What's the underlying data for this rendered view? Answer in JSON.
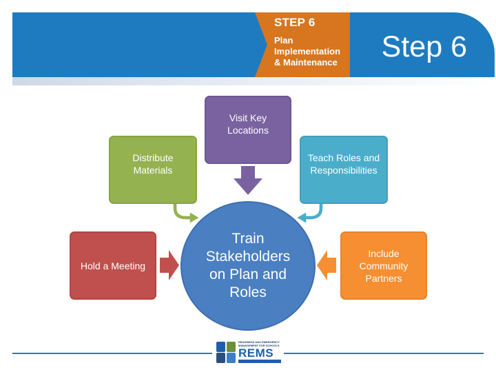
{
  "header": {
    "step_label": "STEP 6",
    "step_title": "Plan\nImplementation\n& Maintenance",
    "slide_title": "Step 6"
  },
  "diagram": {
    "center": "Train\nStakeholders\non Plan and\nRoles",
    "items": {
      "visit": "Visit Key\nLocations",
      "distribute": "Distribute\nMaterials",
      "teach": "Teach Roles and\nResponsibilities",
      "meeting": "Hold a Meeting",
      "community": "Include\nCommunity\nPartners"
    }
  },
  "footer": {
    "logo_small": "READINESS AND EMERGENCY\nMANAGEMENT FOR SCHOOLS",
    "logo_name": "REMS"
  },
  "colors": {
    "banner": "#1f7bc0",
    "step_tile": "#d7761e",
    "visit": "#7a62a1",
    "distribute": "#94b24f",
    "teach": "#4aaecb",
    "meeting": "#c0504d",
    "community": "#f58f32",
    "center": "#4a7fc1"
  }
}
